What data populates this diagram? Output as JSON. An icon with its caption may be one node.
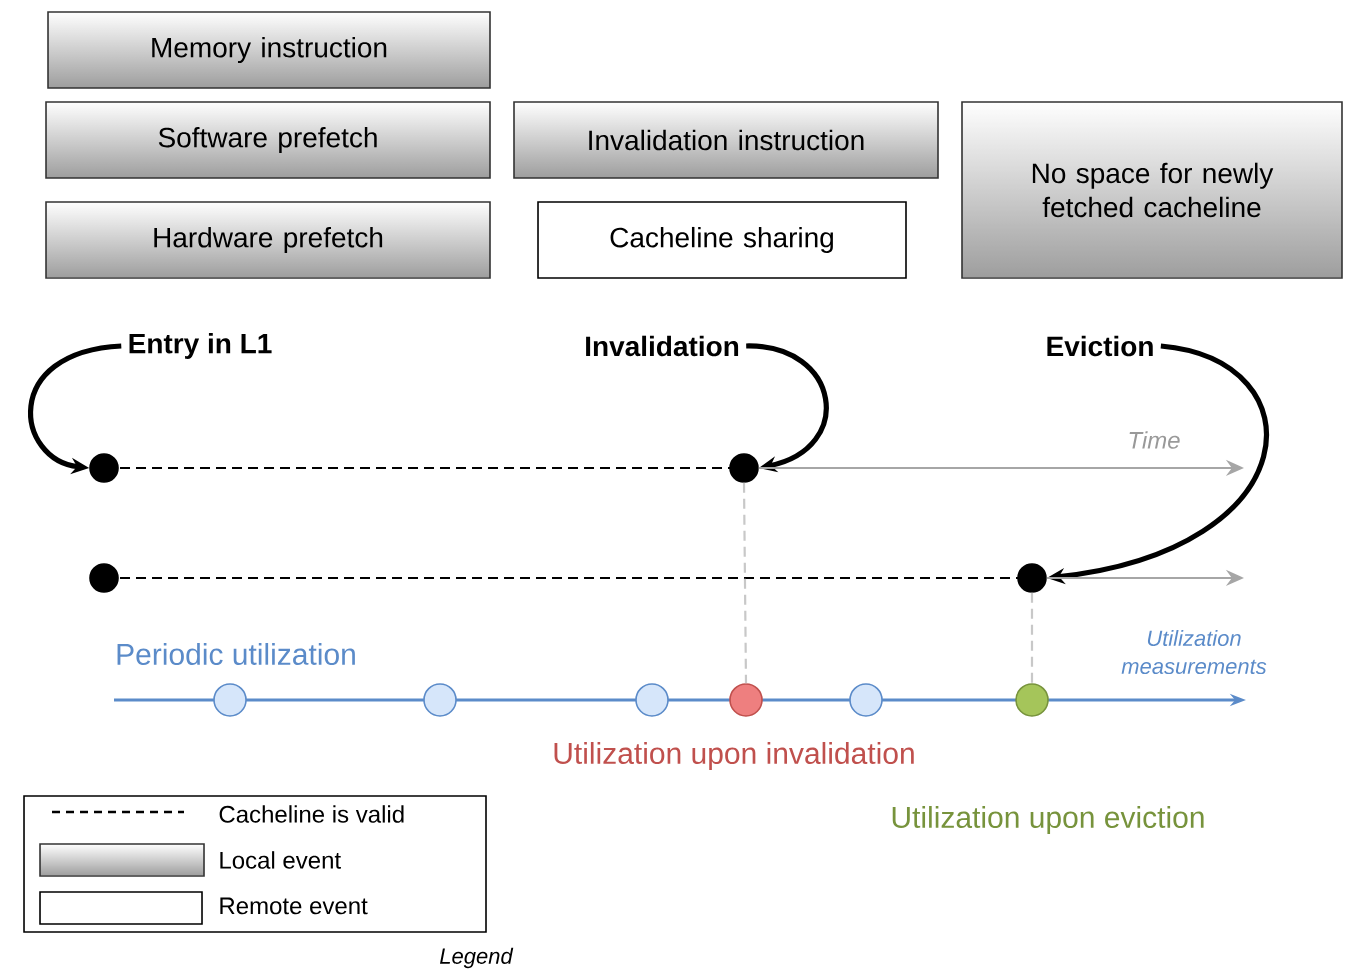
{
  "diagram": {
    "nodes": [
      {
        "text": [
          "Memory instruction"
        ]
      },
      {
        "text": [
          "Software prefetch"
        ]
      },
      {
        "text": [
          "Hardware prefetch"
        ]
      },
      {
        "text": [
          "Invalidation instruction"
        ]
      },
      {
        "text": [
          "Cacheline sharing"
        ]
      },
      {
        "text": [
          "No space for newly fetched cacheline"
        ]
      },
      {
        "text": [
          "Entry in L1"
        ]
      },
      {
        "text": [
          "Invalidation"
        ]
      },
      {
        "text": [
          "Eviction"
        ]
      },
      {
        "text": [],
        "shape": "circle"
      },
      {
        "text": [],
        "shape": "circle"
      },
      {
        "text": [],
        "shape": "circle"
      },
      {
        "text": [],
        "shape": "circle"
      },
      {
        "text": [],
        "shape": "circle"
      },
      {
        "text": [],
        "shape": "circle"
      },
      {
        "text": [],
        "shape": "circle"
      },
      {
        "text": [],
        "shape": "circle"
      },
      {
        "text": [],
        "shape": "circle"
      },
      {
        "text": [],
        "shape": "circle"
      }
    ],
    "edges": [
      {
        "from": 6,
        "to": 9,
        "arrow": "to",
        "style": "thick"
      },
      {
        "from": 7,
        "to": 10,
        "arrow": "to",
        "style": "thick"
      },
      {
        "from": 8,
        "to": 12,
        "arrow": "to",
        "style": "thick"
      },
      {
        "from": 9,
        "to": 10,
        "arrow": "none",
        "style": "dashed"
      },
      {
        "from": 10,
        "to": null,
        "arrow": "to",
        "color": "#a6a6a6"
      },
      {
        "from": 11,
        "to": 12,
        "arrow": "none",
        "style": "dashed"
      },
      {
        "from": 12,
        "to": null,
        "arrow": "to",
        "color": "#a6a6a6"
      },
      {
        "from": 10,
        "to": 16,
        "arrow": "none",
        "style": "dashed",
        "color": "#c8c8c8"
      },
      {
        "from": 12,
        "to": 18,
        "arrow": "none",
        "style": "dashed",
        "color": "#c8c8c8"
      }
    ],
    "labels": [
      "Time",
      "Periodic utilization",
      "Utilization measurements",
      "Utilization upon invalidation",
      "Utilization upon eviction",
      "Legend"
    ],
    "legend": [
      {
        "text": "Cacheline is valid"
      },
      {
        "text": "Local event"
      },
      {
        "text": "Remote event"
      }
    ]
  }
}
